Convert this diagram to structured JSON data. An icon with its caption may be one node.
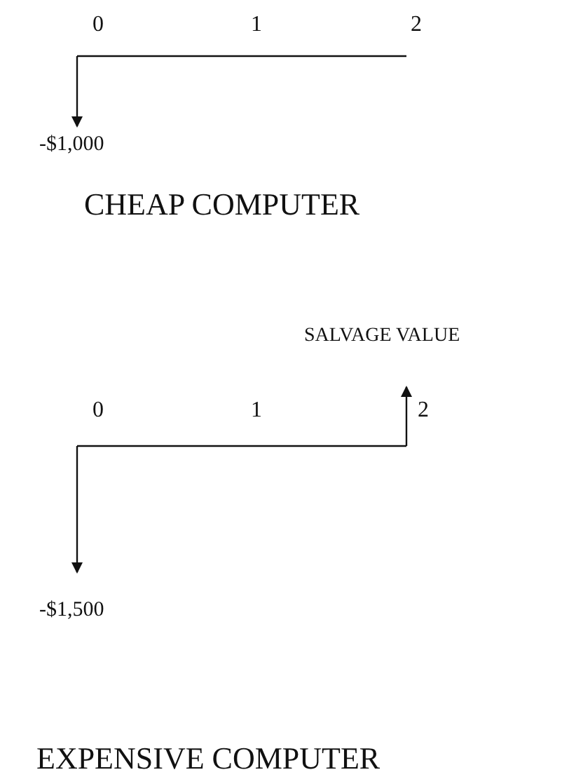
{
  "diagram": {
    "labels": [
      "0",
      "1",
      "2",
      "-$1,000",
      "CHEAP COMPUTER",
      "SALVAGE VALUE",
      "0",
      "1",
      "2",
      "-$1,500",
      "EXPENSIVE COMPUTER"
    ]
  }
}
